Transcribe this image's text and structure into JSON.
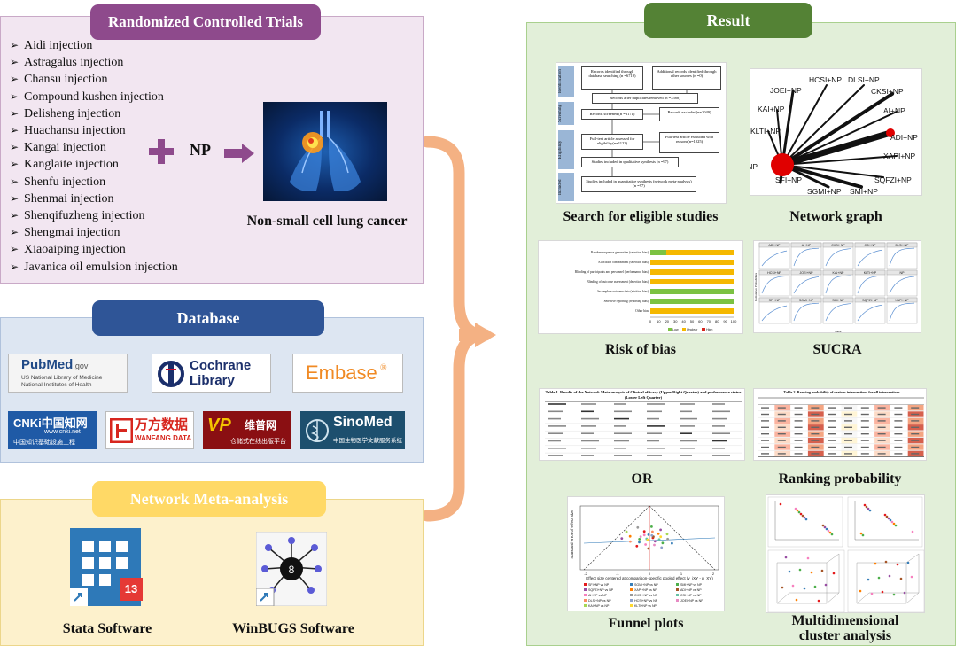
{
  "rct": {
    "title": "Randomized Controlled Trials",
    "injections": [
      "Aidi injection",
      "Astragalus injection",
      "Chansu injection",
      "Compound kushen injection",
      "Delisheng injection",
      "Huachansu injection",
      "Kangai injection",
      "Kanglaite injection",
      "Shenfu injection",
      "Shenmai injection",
      "Shenqifuzheng injection",
      "Shengmai injection",
      "Xiaoaiping injection",
      "Javanica oil emulsion injection"
    ],
    "plus_label": "NP",
    "disease_label": "Non-small cell lung cancer"
  },
  "database": {
    "title": "Database",
    "logos": {
      "pubmed_main": "PubMed",
      "pubmed_gov": ".gov",
      "pubmed_sub1": "US National Library of Medicine",
      "pubmed_sub2": "National Institutes of Health",
      "cochrane_1": "Cochrane",
      "cochrane_2": "Library",
      "embase": "Embase",
      "cnki_main": "CNKi中国知网",
      "cnki_url": "www.cnki.net",
      "cnki_sub": "中国知识基础设施工程",
      "wanfang_main": "万方数据",
      "wanfang_sub": "WANFANG DATA",
      "vip_main": "维普网",
      "vip_sub": "仓储式在线出版平台",
      "sinomed_main": "SinoMed",
      "sinomed_sub": "中国生物医学文献服务系统"
    }
  },
  "nma": {
    "title": "Network Meta-analysis",
    "stata_badge": "13",
    "stata_label": "Stata Software",
    "winbugs_label": "WinBUGS Software"
  },
  "result": {
    "title": "Result",
    "panels": {
      "search": "Search for eligible studies",
      "network": "Network graph",
      "bias": "Risk of bias",
      "sucra": "SUCRA",
      "or": "OR",
      "ranking": "Ranking probability",
      "funnel": "Funnel plots",
      "cluster_1": "Multidimensional",
      "cluster_2": "cluster analysis"
    },
    "prisma": {
      "stages": [
        "Identification",
        "Screening",
        "Eligibility",
        "Included"
      ],
      "box1": "Records identified through database searching (n =6719)",
      "box2": "Additional records identified through other sources (n =0)",
      "box3": "Records after duplicates removed (n =3588)",
      "box4": "Records screened (n =3171)",
      "box5": "Records excluded(n=2049)",
      "box6": "Full-text article assessed for eligibility(n=1122)",
      "box7": "Full-text article excluded with reasons(n=1025)",
      "box8": "Studies included in qualitative synthesis (n =97)",
      "box9": "Studies included in quantitative synthesis (network meta-analysis) (n =97)"
    },
    "network_nodes": [
      "NP",
      "HCSI+NP",
      "DLSI+NP",
      "JOEI+NP",
      "CKSI+NP",
      "KAI+NP",
      "AI+NP",
      "KLTI+NP",
      "ADI+NP",
      "XAPI+NP",
      "SFI+NP",
      "SQFZI+NP",
      "SGMI+NP",
      "SMI+NP"
    ],
    "bias_rows": [
      "Random sequence generation (selection bias)",
      "Allocation concealment (selection bias)",
      "Blinding of participants and personnel (performance bias)",
      "Blinding of outcome assessment (detection bias)",
      "Incomplete outcome data (attrition bias)",
      "Selective reporting (reporting bias)",
      "Other bias"
    ],
    "bias_axis": [
      "0",
      "10",
      "20",
      "30",
      "40",
      "50",
      "60",
      "70",
      "80",
      "90",
      "100"
    ],
    "bias_legend": [
      "Low",
      "Unclear",
      "High"
    ],
    "sucra_cells": [
      "ADI+NP",
      "AI+NP",
      "CKSI+NP",
      "CSI+NP",
      "DLSI+NP",
      "HCSI+NP",
      "JOEI+NP",
      "KAI+NP",
      "KLTI+NP",
      "NP",
      "SFI+NP",
      "SGMI+NP",
      "SMI+NP",
      "SQFZI+NP",
      "XAPI+NP"
    ],
    "sucra_ylabel": "Cumulative Probabilities",
    "sucra_xlabel": "Rank",
    "or_title": "Table 1. Results of the Network Meta-analysis of Clinical efficacy (Upper Right Quarter) and performance status (Lower Left Quarter)",
    "ranking_title": "Table 2. Ranking probability of various interventions for all interventions",
    "funnel_ylabel": "Standard error of effect size",
    "funnel_xlabel": "Effect size centered at comparison-specific pooled effect (y_iXY - μ_XY)",
    "funnel_ticks": [
      "-2",
      "-1",
      "0",
      "1",
      "2"
    ],
    "funnel_legend": [
      "SFI+NP vs NP",
      "SGMI+NP vs NP",
      "SMI+NP vs NP",
      "SQFZI+NP vs NP",
      "XAPI+NP vs NP",
      "ADI+NP vs NP",
      "AI+NP vs NP",
      "CKSI+NP vs NP",
      "CSI+NP vs NP",
      "DLSI+NP vs NP",
      "HCSI+NP vs NP",
      "JOEI+NP vs NP",
      "KAI+NP vs NP",
      "KLTI+NP vs NP"
    ]
  },
  "colors": {
    "rct_header": "#8e4a8c",
    "rct_bg": "#f2e6f1",
    "db_header": "#2f5597",
    "db_bg": "#dde6f2",
    "nma_header": "#ffd966",
    "nma_bg": "#fdf1cc",
    "result_header": "#548235",
    "result_bg": "#e2efd9",
    "arrow": "#f4b183",
    "plus": "#8e4a8c"
  }
}
